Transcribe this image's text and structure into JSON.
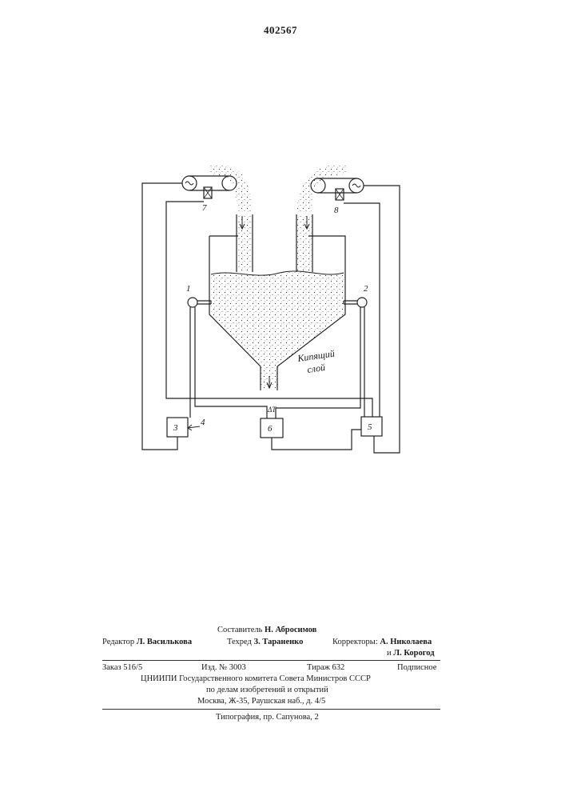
{
  "document": {
    "patent_number": "402567"
  },
  "figure": {
    "sensor_labels": [
      "1",
      "2"
    ],
    "block_labels": [
      "3",
      "5",
      "6"
    ],
    "signal_label": "4",
    "valve_labels": [
      "7",
      "8"
    ],
    "delta_label": "ΔT",
    "bed_label_line1": "Кипящий",
    "bed_label_line2": "слой"
  },
  "credits": {
    "compiler_prefix": "Составитель",
    "compiler_name": "Н. Абросимов",
    "editor_prefix": "Редактор",
    "editor_name": "Л. Василькова",
    "tech_prefix": "Техред",
    "tech_name": "З. Тараненко",
    "correctors_prefix": "Корректоры:",
    "corrector1": "А. Николаева",
    "corrector2_prefix": "и",
    "corrector2": "Л. Корогод"
  },
  "publication": {
    "order": "Заказ 516/5",
    "edition": "Изд. № 3003",
    "circulation": "Тираж 632",
    "subscription": "Подписное",
    "org_line1": "ЦНИИПИ Государственного комитета Совета Министров СССР",
    "org_line2": "по делам изобретений и открытий",
    "address": "Москва, Ж-35, Раушская наб., д. 4/5"
  },
  "printer": "Типография, пр. Сапунова, 2"
}
